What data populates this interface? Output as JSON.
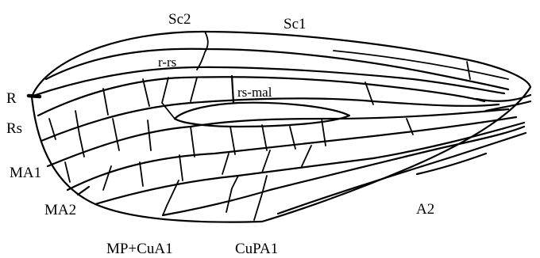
{
  "figure": {
    "labels": {
      "sc2": "Sc2",
      "sc1": "Sc1",
      "r_rs": "r-rs",
      "rs_mal": "rs-mal",
      "r": "R",
      "rs": "Rs",
      "ma1": "MA1",
      "ma2": "MA2",
      "a2": "A2",
      "mp_cua1": "MP+CuA1",
      "cupa1": "CuPA1"
    },
    "colors": {
      "ink": "#000000",
      "background": "#ffffff"
    }
  }
}
